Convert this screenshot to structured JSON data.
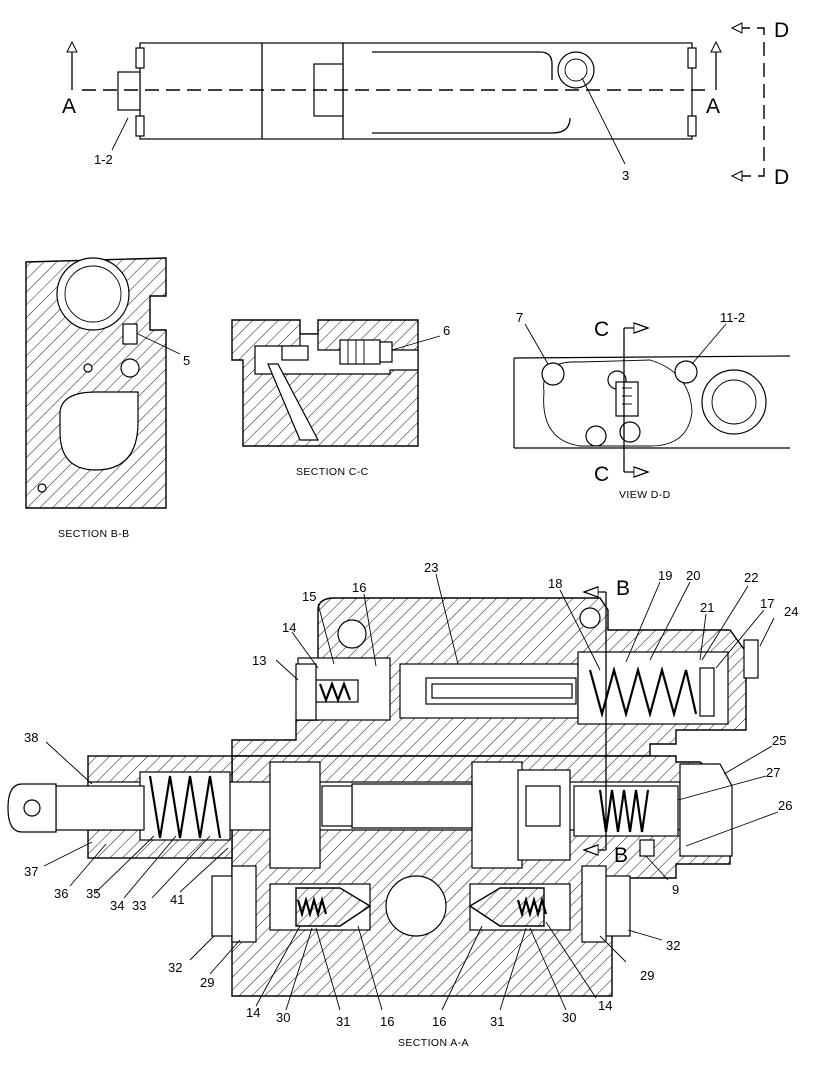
{
  "views": {
    "top_view": {
      "cut_marks": [
        "A",
        "A",
        "D",
        "D"
      ],
      "callouts": [
        "1-2",
        "3"
      ]
    },
    "section_bb": {
      "caption": "SECTION B-B",
      "callouts": [
        "5"
      ]
    },
    "section_cc": {
      "caption": "SECTION C-C",
      "callouts": [
        "6"
      ]
    },
    "view_dd": {
      "caption": "VIEW D-D",
      "cut_marks": [
        "C",
        "C"
      ],
      "callouts": [
        "7",
        "11-2"
      ]
    },
    "section_aa": {
      "caption": "SECTION A-A",
      "cut_marks": [
        "B",
        "B"
      ],
      "callouts": [
        "23",
        "18",
        "19",
        "20",
        "22",
        "15",
        "16",
        "21",
        "17",
        "24",
        "14",
        "13",
        "38",
        "25",
        "27",
        "26",
        "37",
        "36",
        "35",
        "34",
        "33",
        "41",
        "9",
        "32",
        "29",
        "32",
        "29",
        "14",
        "30",
        "31",
        "16",
        "16",
        "31",
        "30",
        "14"
      ]
    }
  },
  "colors": {
    "ink": "#000000",
    "paper": "#ffffff"
  }
}
